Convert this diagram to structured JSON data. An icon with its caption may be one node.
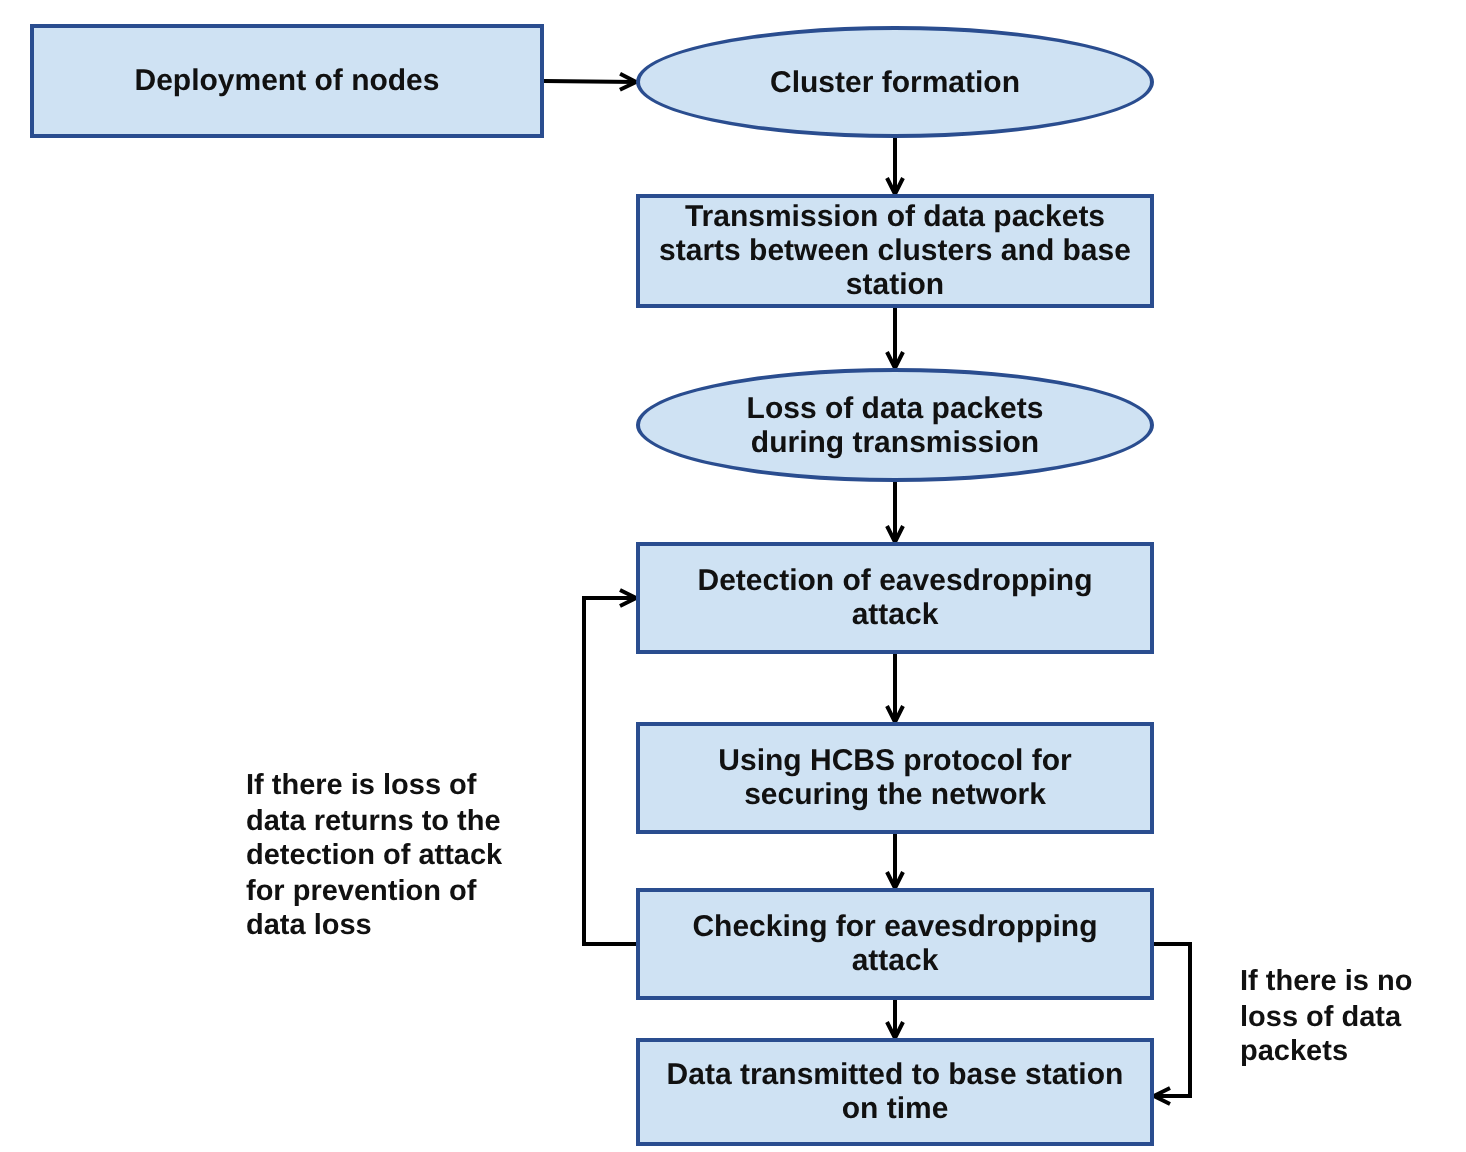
{
  "diagram": {
    "nodes": [
      {
        "text": [
          "Deployment of nodes"
        ]
      },
      {
        "text": [
          "Cluster formation"
        ]
      },
      {
        "text": [
          "Transmission of data packets starts between clusters and base station"
        ]
      },
      {
        "text": [
          "Loss of data packets during transmission"
        ]
      },
      {
        "text": [
          "Detection of eavesdropping attack"
        ]
      },
      {
        "text": [
          "Using HCBS protocol for securing the network"
        ]
      },
      {
        "text": [
          "Checking for eavesdropping attack"
        ]
      },
      {
        "text": [
          "Data transmitted to base station on time"
        ]
      }
    ],
    "edges": [
      {
        "from": 0,
        "to": 1,
        "arrow": "to"
      },
      {
        "from": 1,
        "to": 2,
        "arrow": "to"
      },
      {
        "from": 2,
        "to": 3,
        "arrow": "to"
      },
      {
        "from": 3,
        "to": 4,
        "arrow": "to"
      },
      {
        "from": 4,
        "to": 5,
        "arrow": "to"
      },
      {
        "from": 5,
        "to": 6,
        "arrow": "to"
      },
      {
        "from": 6,
        "to": 7,
        "arrow": "to"
      },
      {
        "from": 6,
        "to": 4,
        "arrow": "to",
        "label": "If there is loss of data returns to the detection of attack for prevention of data loss"
      },
      {
        "from": 6,
        "to": 7,
        "arrow": "to",
        "label": "If there is no loss of data packets"
      }
    ]
  }
}
